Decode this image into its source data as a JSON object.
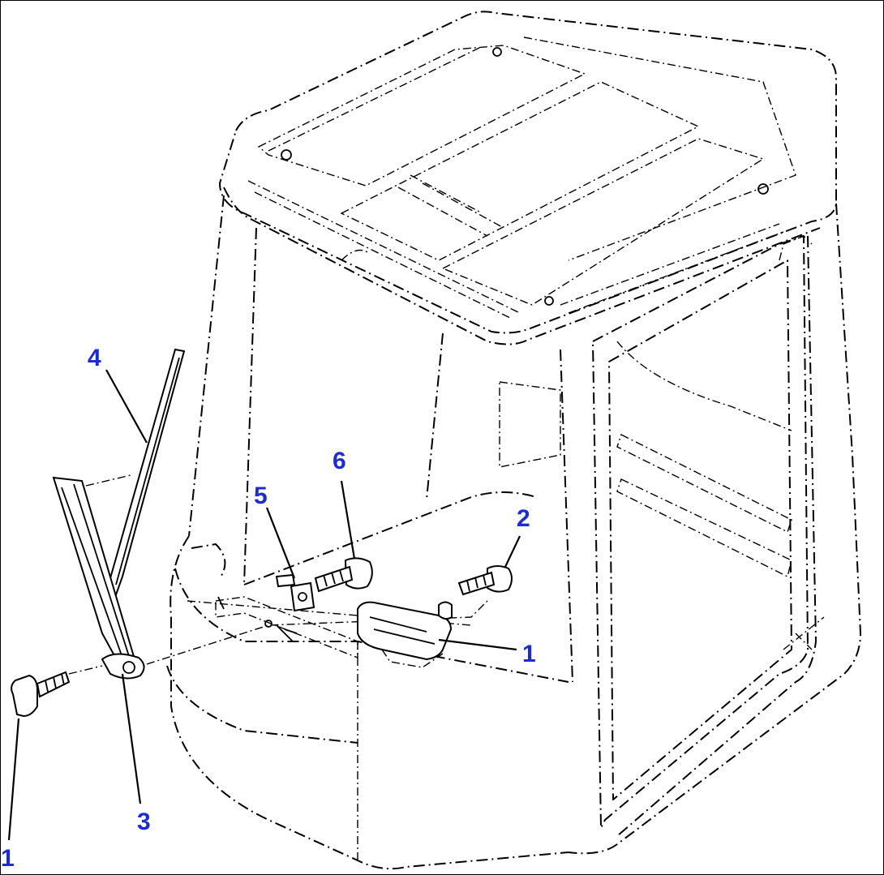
{
  "diagram": {
    "colors": {
      "callout": "#1b2bd6",
      "lines": "#000000",
      "background": "#ffffff"
    },
    "callouts": [
      {
        "id": "c4",
        "label": "4"
      },
      {
        "id": "c6",
        "label": "6"
      },
      {
        "id": "c5",
        "label": "5"
      },
      {
        "id": "c2",
        "label": "2"
      },
      {
        "id": "c1a",
        "label": "1"
      },
      {
        "id": "c3",
        "label": "3"
      },
      {
        "id": "c1b",
        "label": "1"
      }
    ]
  }
}
